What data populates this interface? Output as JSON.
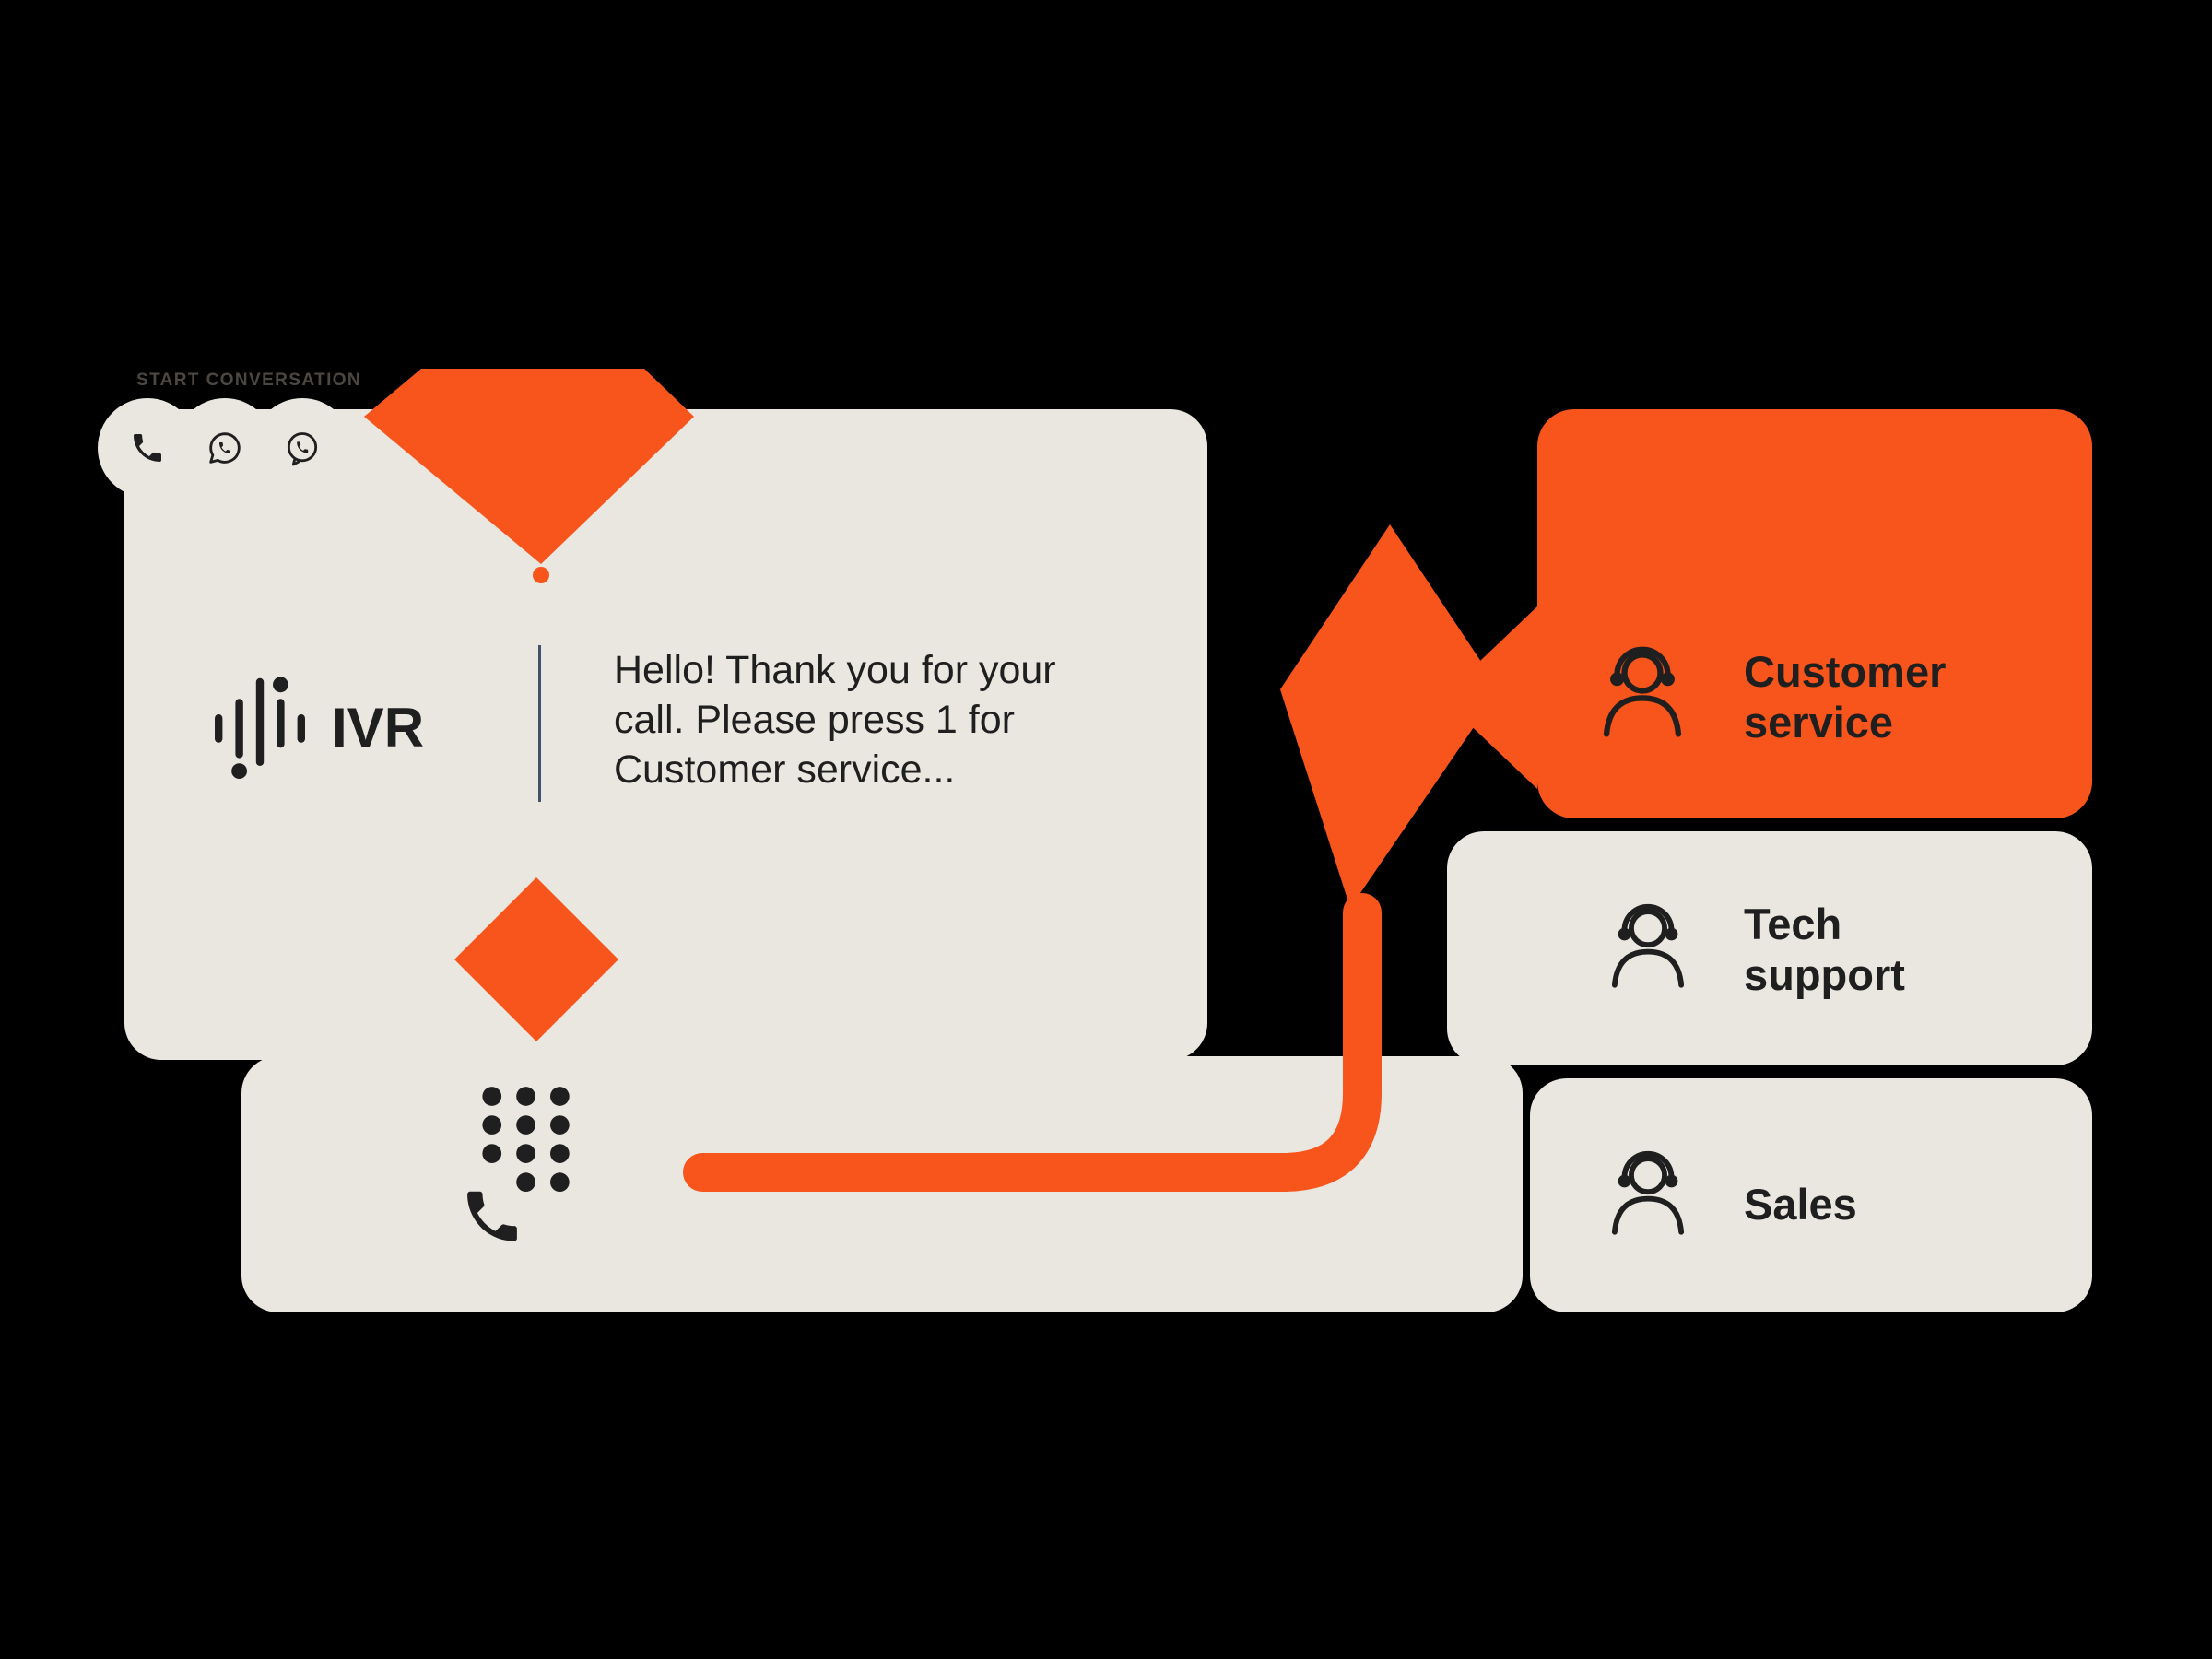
{
  "colors": {
    "background": "#000000",
    "orange": "#F8551D",
    "beige": "#EAE6E0",
    "ink": "#1F1F1F",
    "divider": "#475069",
    "muted_label": "#4D4742"
  },
  "header": {
    "label": "START CONVERSATION",
    "channels": [
      {
        "icon": "phone-icon"
      },
      {
        "icon": "whatsapp-icon"
      },
      {
        "icon": "viber-icon"
      }
    ]
  },
  "ivr_card": {
    "title": "IVR",
    "icon": "ivr-waveform-icon",
    "message": "Hello! Thank you for your call. Please press 1 for Customer service...",
    "message_lines": [
      "Hello! Thank you for your",
      "call. Please press 1 for",
      "Customer service..."
    ]
  },
  "dialpad": {
    "icon": "dialpad-phone-icon"
  },
  "options": [
    {
      "label": "Customer service",
      "icon": "headset-agent-icon",
      "highlighted": true
    },
    {
      "label": "Tech support",
      "icon": "headset-agent-icon",
      "highlighted": false
    },
    {
      "label": "Sales",
      "icon": "headset-agent-icon",
      "highlighted": false
    }
  ]
}
